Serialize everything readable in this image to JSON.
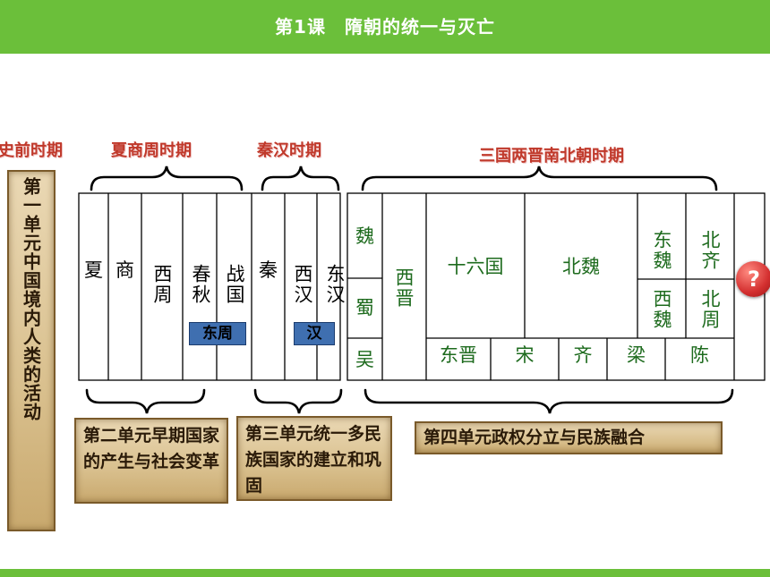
{
  "header": {
    "title": "第1课　隋朝的统一与灭亡"
  },
  "periods": {
    "prehistoric": "史前时期",
    "xia_shang_zhou": "夏商周时期",
    "qin_han": "秦汉时期",
    "three_kingdoms": "三国两晋南北朝时期"
  },
  "dynasties": {
    "xia": "夏",
    "shang": "商",
    "xizhou": "西周",
    "chunqiu": "春秋",
    "zhanguo": "战国",
    "qin": "秦",
    "xihan": "西汉",
    "donghan": "东汉",
    "wei": "魏",
    "shu": "蜀",
    "wu": "吴",
    "xijin": "西晋",
    "shiliuguo": "十六国",
    "beiwei": "北魏",
    "dongwei": "东魏",
    "xiwei": "西魏",
    "beiqi": "北齐",
    "beizhou": "北周",
    "dongjin": "东晋",
    "song": "宋",
    "qi": "齐",
    "liang": "梁",
    "chen": "陈"
  },
  "tags": {
    "dongzhou": "东周",
    "han": "汉"
  },
  "units": {
    "unit1": "第一单元中国境内人类的活动",
    "unit2": "第二单元早期国家的产生与社会变革",
    "unit3": "第三单元统一多民族国家的建立和巩固",
    "unit4": "第四单元政权分立与民族融合"
  },
  "help_button": "?",
  "colors": {
    "header": "#6bbf3a",
    "period_text": "#c0392b",
    "tag_fill": "#3f6fb0",
    "south_north_text": "#1e6b1e"
  }
}
